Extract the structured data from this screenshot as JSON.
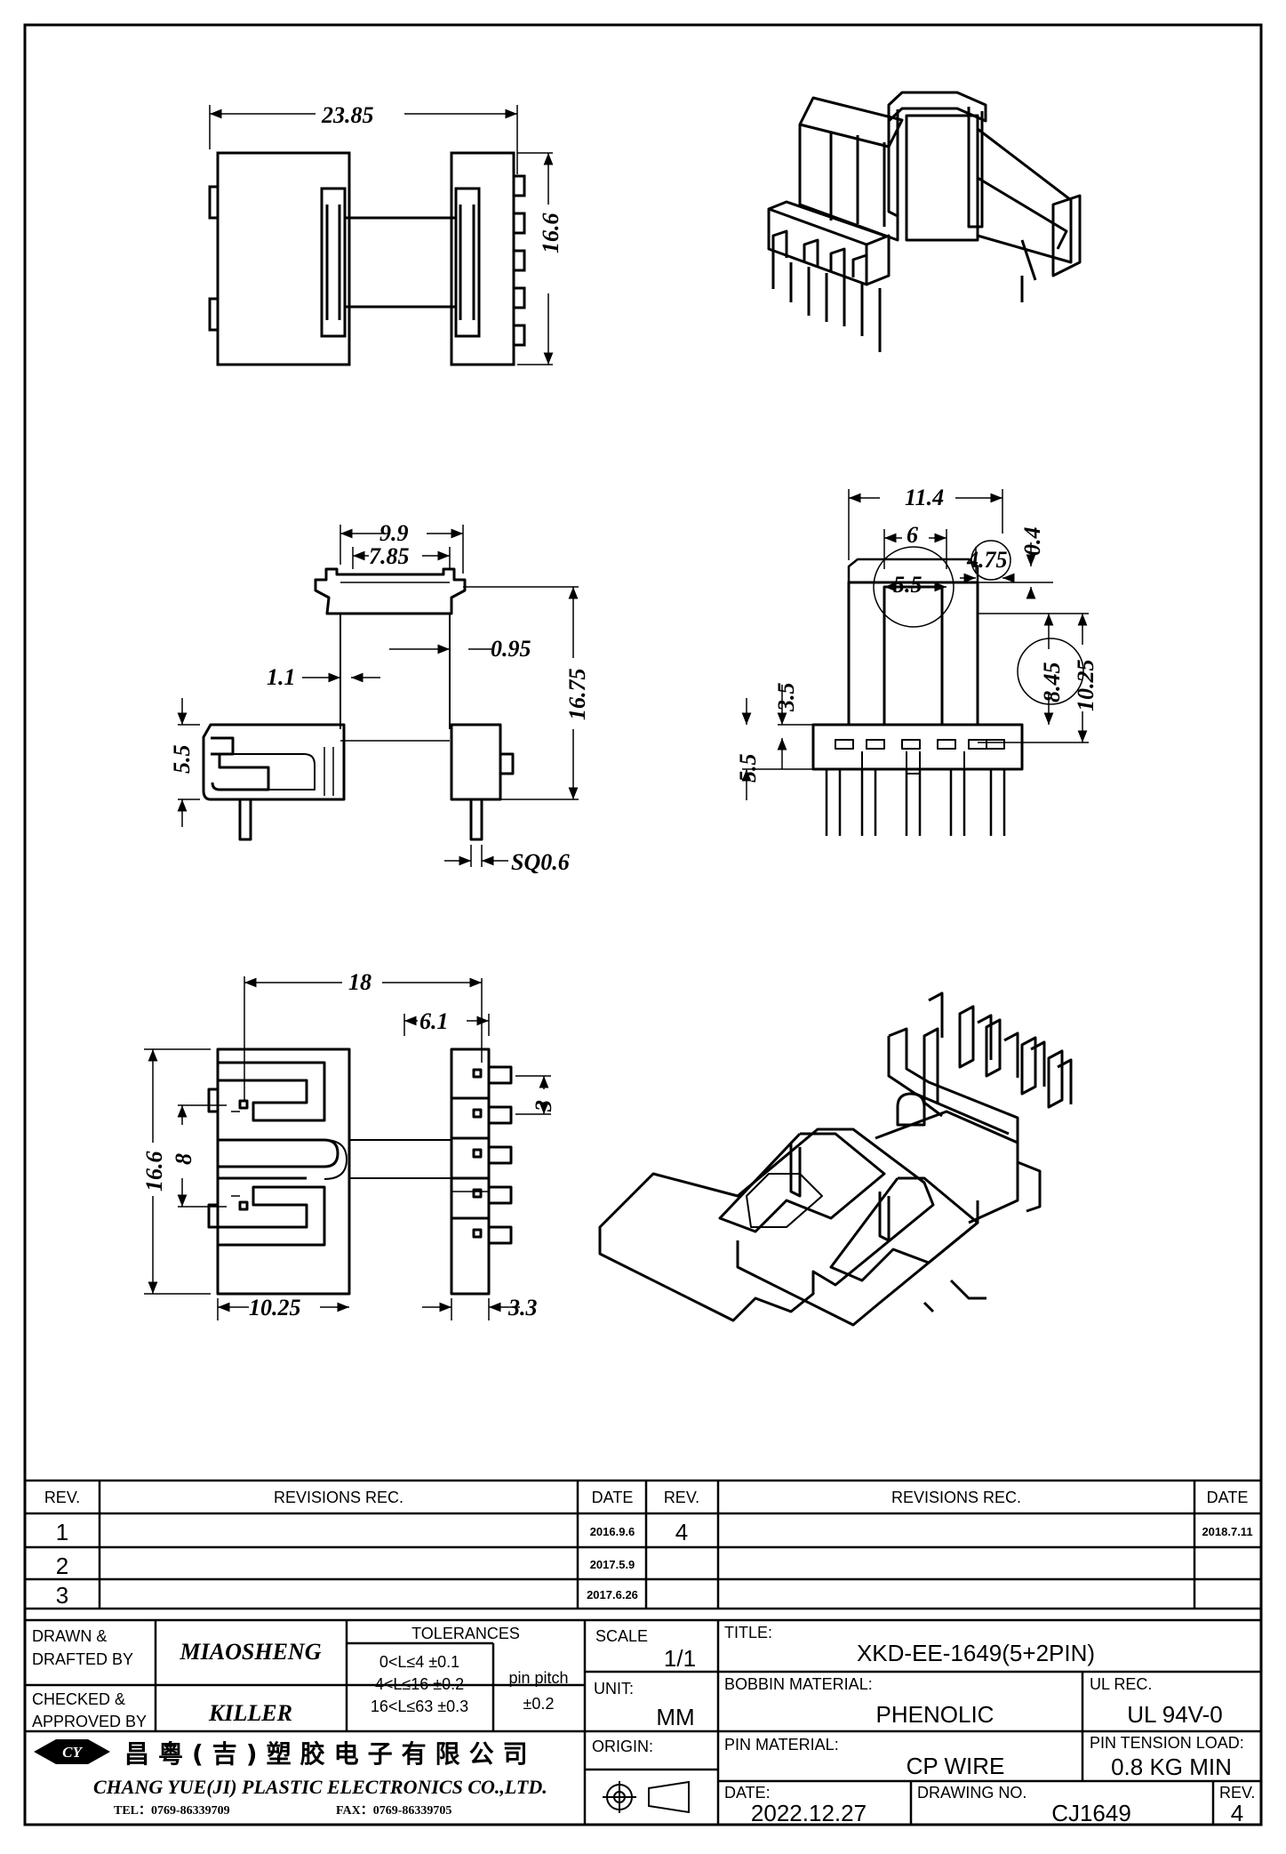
{
  "drawing": {
    "top_view": {
      "width": "23.85",
      "height": "16.6"
    },
    "side_view": {
      "d1": "9.9",
      "d2": "7.85",
      "d3": "1.1",
      "d4": "0.95",
      "d5": "16.75",
      "d6": "5.5",
      "d7": "SQ0.6"
    },
    "front_view": {
      "d1": "11.4",
      "d2": "6",
      "d3": "4.75",
      "d4": "0.4",
      "d5": "5.5",
      "d6": "3.5",
      "d7": "5.5",
      "d8": "8.45",
      "d9": "10.25"
    },
    "bottom_view": {
      "d1": "18",
      "d2": "6.1",
      "d3": "16.6",
      "d4": "8",
      "d5": "3",
      "d6": "10.25",
      "d7": "3.3"
    }
  },
  "revisions": {
    "headers": {
      "rev": "REV.",
      "rec": "REVISIONS  REC.",
      "date": "DATE"
    },
    "left": [
      {
        "rev": "1",
        "date": "2016.9.6"
      },
      {
        "rev": "2",
        "date": "2017.5.9"
      },
      {
        "rev": "3",
        "date": "2017.6.26"
      }
    ],
    "right": [
      {
        "rev": "4",
        "date": "2018.7.11"
      }
    ]
  },
  "title_block": {
    "drawn_label_1": "DRAWN &",
    "drawn_label_2": "DRAFTED BY",
    "drawn_by": "MIAOSHENG",
    "checked_label_1": "CHECKED &",
    "checked_label_2": "APPROVED BY",
    "checked_by": "KILLER",
    "tolerances_label": "TOLERANCES",
    "tol1": "0<L≤4   ±0.1",
    "tol2": "4<L≤16  ±0.2",
    "tol3": "16<L≤63  ±0.3",
    "pin_pitch_label": "pin pitch",
    "pin_pitch": "±0.2",
    "scale_label": "SCALE",
    "scale": "1/1",
    "unit_label": "UNIT:",
    "unit": "MM",
    "origin_label": "ORIGIN:",
    "title_label": "TITLE:",
    "title": "XKD-EE-1649(5+2PIN)",
    "bobbin_label": "BOBBIN MATERIAL:",
    "bobbin": "PHENOLIC",
    "ul_label": "UL REC.",
    "ul": "UL 94V-0",
    "pin_mat_label": "PIN MATERIAL:",
    "pin_mat": "CP   WIRE",
    "tension_label": "PIN TENSION LOAD:",
    "tension": "0.8 KG MIN",
    "date_label": "DATE:",
    "date": "2022.12.27",
    "dwg_label": "DRAWING NO.",
    "dwg": "CJ1649",
    "rev_label": "REV.",
    "rev": "4",
    "logo": "CY",
    "company_cn": "昌粵(吉)塑胶电子有限公司",
    "company_en": "CHANG YUE(JI) PLASTIC ELECTRONICS CO.,LTD.",
    "tel": "TEL：0769-86339709",
    "fax": "FAX：0769-86339705"
  }
}
